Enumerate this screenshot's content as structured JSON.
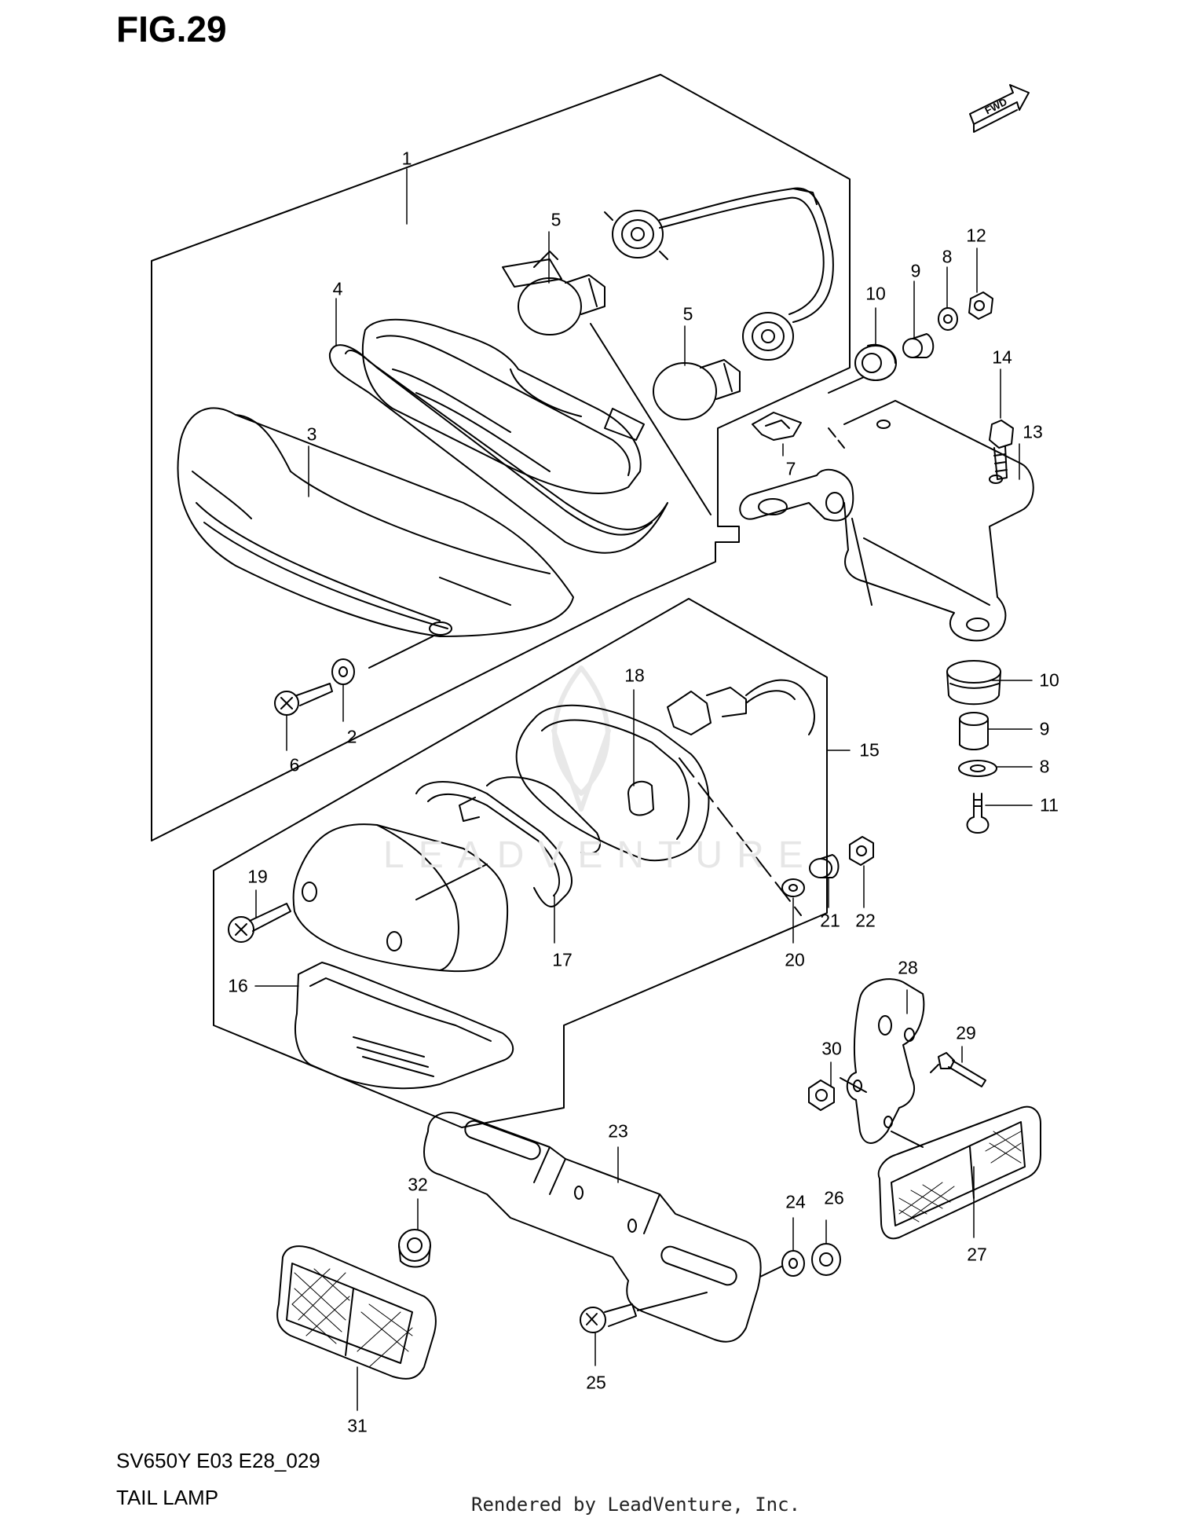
{
  "figure": {
    "title": "FIG.29"
  },
  "footer": {
    "model_code": "SV650Y E03 E28_029",
    "subtitle": "TAIL LAMP",
    "rendered_by": "Rendered by LeadVenture, Inc."
  },
  "watermark": "LEADVENTURE",
  "direction_marker": {
    "label": "FWD"
  },
  "callouts": [
    {
      "id": "c1",
      "label": "1"
    },
    {
      "id": "c2",
      "label": "2"
    },
    {
      "id": "c3",
      "label": "3"
    },
    {
      "id": "c4",
      "label": "4"
    },
    {
      "id": "c5a",
      "label": "5"
    },
    {
      "id": "c5b",
      "label": "5"
    },
    {
      "id": "c6",
      "label": "6"
    },
    {
      "id": "c7",
      "label": "7"
    },
    {
      "id": "c8a",
      "label": "8"
    },
    {
      "id": "c8b",
      "label": "8"
    },
    {
      "id": "c9a",
      "label": "9"
    },
    {
      "id": "c9b",
      "label": "9"
    },
    {
      "id": "c10a",
      "label": "10"
    },
    {
      "id": "c10b",
      "label": "10"
    },
    {
      "id": "c11",
      "label": "11"
    },
    {
      "id": "c12",
      "label": "12"
    },
    {
      "id": "c13",
      "label": "13"
    },
    {
      "id": "c14",
      "label": "14"
    },
    {
      "id": "c15",
      "label": "15"
    },
    {
      "id": "c16",
      "label": "16"
    },
    {
      "id": "c17",
      "label": "17"
    },
    {
      "id": "c18",
      "label": "18"
    },
    {
      "id": "c19",
      "label": "19"
    },
    {
      "id": "c20",
      "label": "20"
    },
    {
      "id": "c21",
      "label": "21"
    },
    {
      "id": "c22",
      "label": "22"
    },
    {
      "id": "c23",
      "label": "23"
    },
    {
      "id": "c24",
      "label": "24"
    },
    {
      "id": "c25",
      "label": "25"
    },
    {
      "id": "c26",
      "label": "26"
    },
    {
      "id": "c27",
      "label": "27"
    },
    {
      "id": "c28",
      "label": "28"
    },
    {
      "id": "c29",
      "label": "29"
    },
    {
      "id": "c30",
      "label": "30"
    },
    {
      "id": "c31",
      "label": "31"
    },
    {
      "id": "c32",
      "label": "32"
    }
  ]
}
